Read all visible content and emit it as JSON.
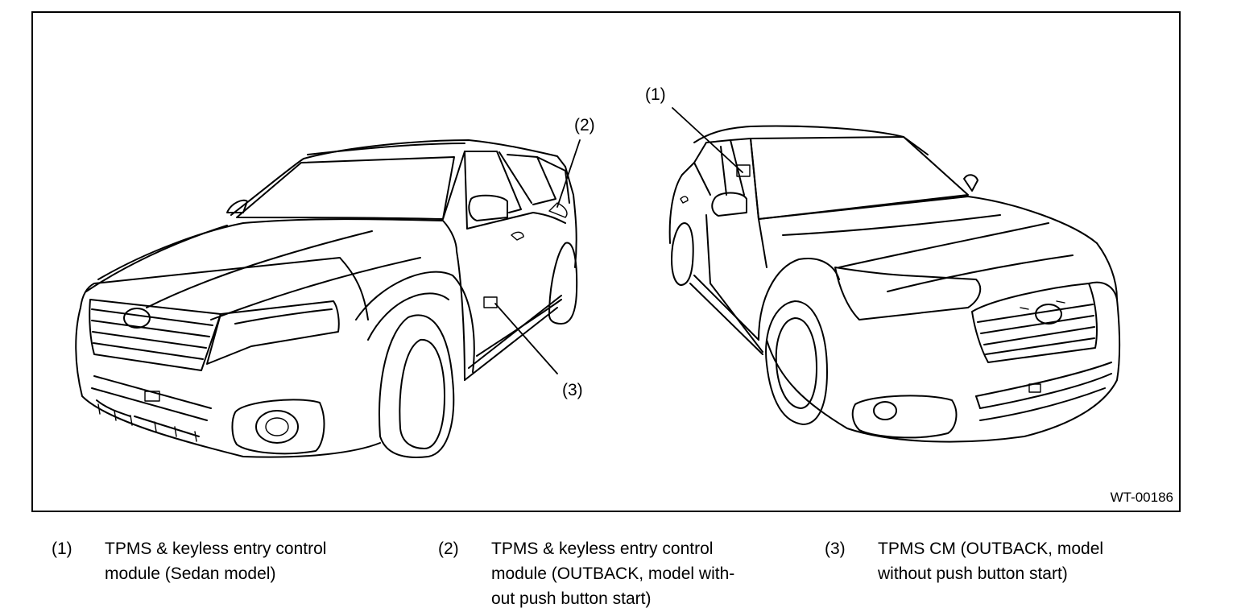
{
  "figure": {
    "id": "WT-00186",
    "callouts": [
      "(1)",
      "(2)",
      "(3)"
    ]
  },
  "legend": [
    {
      "num": "(1)",
      "text": "TPMS & keyless entry control\nmodule (Sedan model)"
    },
    {
      "num": "(2)",
      "text": "TPMS & keyless entry control\nmodule (OUTBACK, model with-\nout push button start)"
    },
    {
      "num": "(3)",
      "text": "TPMS CM (OUTBACK, model\nwithout push button start)"
    }
  ]
}
